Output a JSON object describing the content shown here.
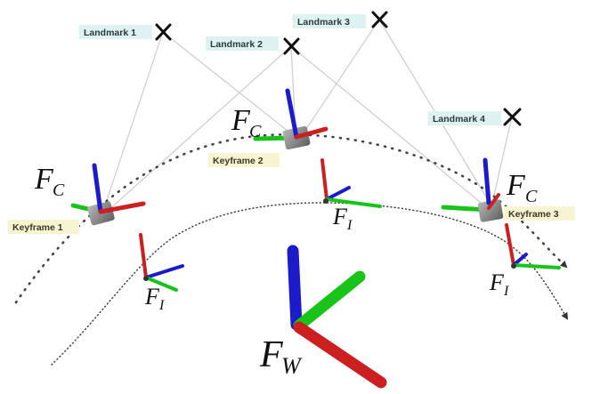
{
  "landmarks": [
    {
      "label": "Landmark 1"
    },
    {
      "label": "Landmark 2"
    },
    {
      "label": "Landmark 3"
    },
    {
      "label": "Landmark 4"
    }
  ],
  "keyframes": [
    {
      "label": "Keyframe 1"
    },
    {
      "label": "Keyframe 2"
    },
    {
      "label": "Keyframe 3"
    }
  ],
  "frames": {
    "camera": {
      "main": "F",
      "sub": "C"
    },
    "imu": {
      "main": "F",
      "sub": "I"
    },
    "world": {
      "main": "F",
      "sub": "W"
    }
  },
  "colors": {
    "x_axis": "#cc1f1f",
    "y_axis": "#19c41a",
    "z_axis": "#1b1bcc",
    "landmark_label_bg": "#dff2f2",
    "keyframe_label_bg": "#f7f4d2",
    "observation_line": "#d0d0d0",
    "trajectory": "#444444"
  }
}
